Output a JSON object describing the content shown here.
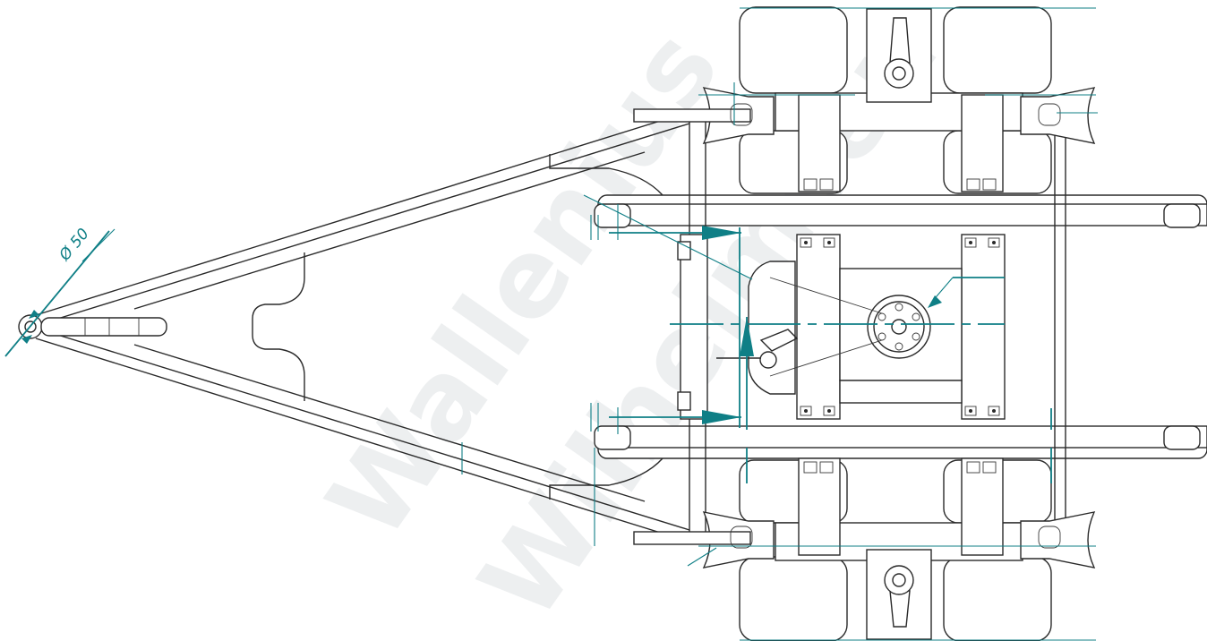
{
  "drawing": {
    "dimension_label": "Ø 50"
  },
  "watermark": {
    "text_line_1": "Wallenius",
    "text_line_2": "Wilhelmsen"
  },
  "colors": {
    "dimension": "#0f7f86",
    "linework": "#2a2a2a",
    "watermark": "#d9dde0"
  }
}
